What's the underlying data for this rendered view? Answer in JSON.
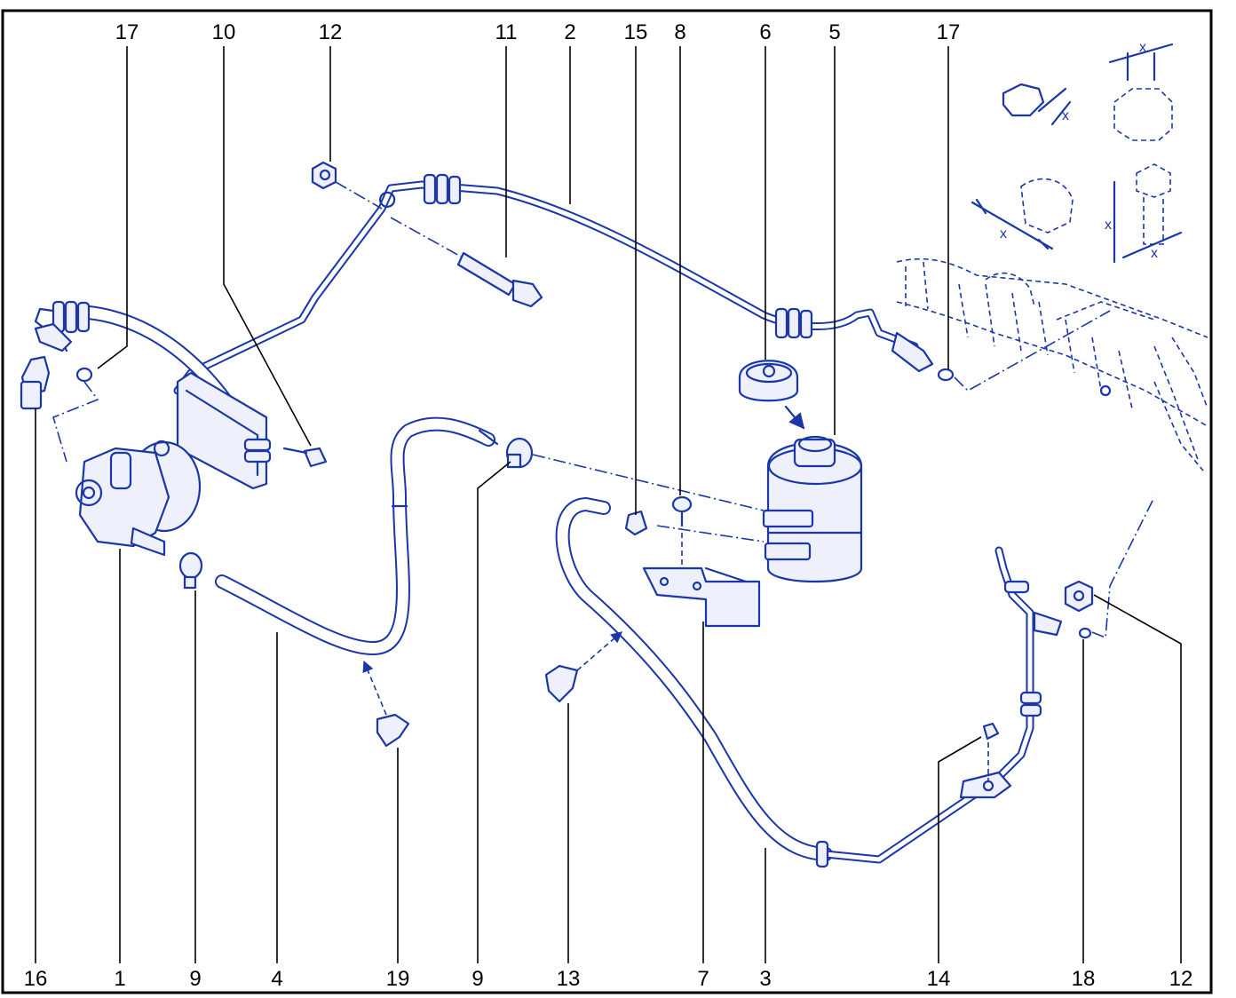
{
  "callouts_top": [
    "17",
    "10",
    "12",
    "11",
    "2",
    "15",
    "8",
    "6",
    "5",
    "17"
  ],
  "callouts_bottom": [
    "16",
    "1",
    "9",
    "4",
    "19",
    "9",
    "13",
    "7",
    "3",
    "14",
    "18",
    "12"
  ],
  "tolerance_symbol": "x",
  "colors": {
    "line": "#1a36a8",
    "callout_text": "#000000",
    "frame": "#000000",
    "background": "#ffffff"
  }
}
